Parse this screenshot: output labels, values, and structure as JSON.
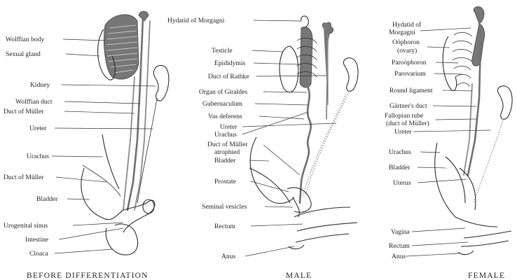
{
  "panels": {
    "before": {
      "caption": "BEFORE DIFFERENTIATION",
      "labels": [
        "Wolffian body",
        "Sexual gland",
        "Kidney",
        "Wolffian duct",
        "Duct of Müller",
        "Ureter",
        "Urachus",
        "Duct of Müller",
        "Bladder",
        "Urogenital sinus",
        "Intestine",
        "Cloaca"
      ]
    },
    "male": {
      "caption": "MALE",
      "labels": [
        "Hydatid of Morgagni",
        "Testicle",
        "Epididymis",
        "Duct of Rathke",
        "Organ of Giraldes",
        "Gubernaculum",
        "Vas deferens",
        "Ureter",
        "Urachus",
        "Duct of Müller",
        "atrophied",
        "Bladder",
        "Prostate",
        "Seminal vesicles",
        "Rectum",
        "Anus"
      ]
    },
    "female": {
      "caption": "FEMALE",
      "labels": [
        "Hydatid of",
        "Morgagni",
        "Oöphoron",
        "(ovary)",
        "Paroöphoron",
        "Parovarium",
        "Round ligament",
        "Gärtner's duct",
        "Fallopian tube",
        "(duct of Müller)",
        "Ureter",
        "Urachus",
        "Bladder",
        "Uterus",
        "Vagina",
        "Rectum",
        "Anus"
      ]
    }
  }
}
